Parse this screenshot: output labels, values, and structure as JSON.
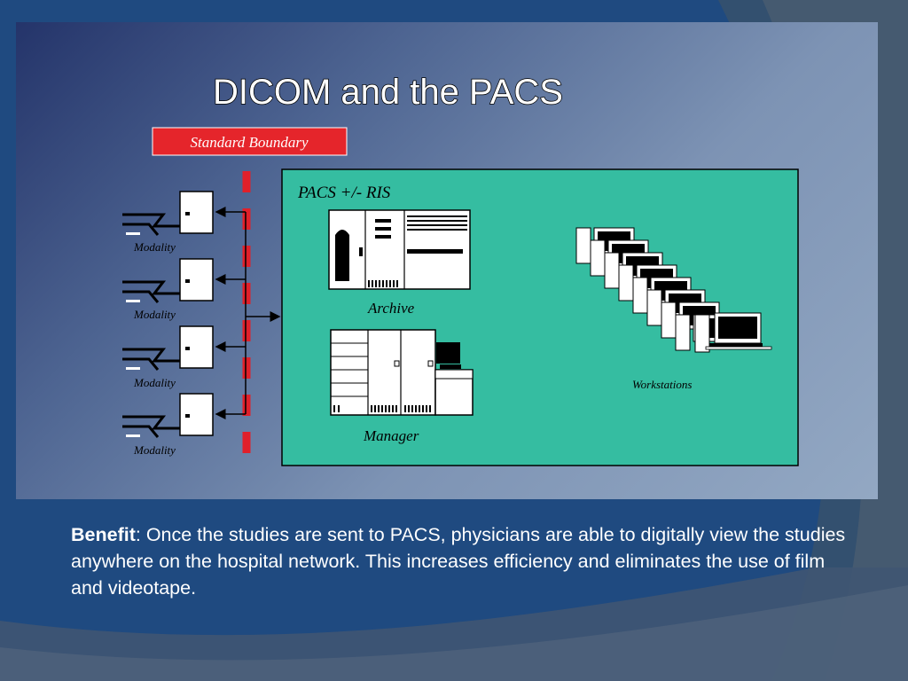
{
  "slide": {
    "title": "DICOM and the PACS",
    "boundary_label": "Standard Boundary",
    "pacs_label": "PACS +/- RIS",
    "modalities": [
      "Modality",
      "Modality",
      "Modality",
      "Modality"
    ],
    "archive_label": "Archive",
    "manager_label": "Manager",
    "workstations_label": "Workstations",
    "benefit_label": "Benefit",
    "benefit_text": ":  Once the studies are sent to PACS, physicians are able to digitally view the studies anywhere on the hospital network.  This increases efficiency and eliminates the use of film and videotape."
  },
  "colors": {
    "pacs_box": "#35bda1",
    "boundary": "#e0202a",
    "label_bg": "#e5252b"
  }
}
